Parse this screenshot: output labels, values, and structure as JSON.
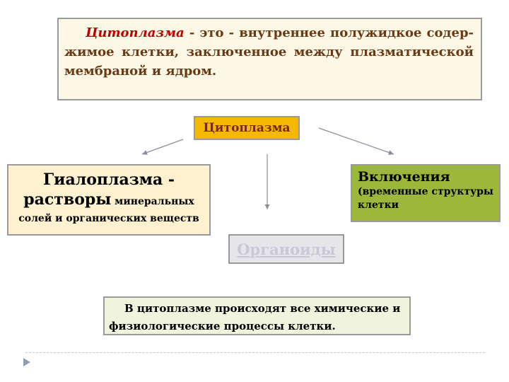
{
  "definition": {
    "term": "Цитоплазма",
    "text": " - это - внутреннее полужидкое содер-жимое клетки, заключенное между плазматической мембраной и ядром."
  },
  "center_node": {
    "label": "Цитоплазма"
  },
  "hyaloplasm": {
    "line1": "Гиалоплазма -",
    "line2_big": "растворы",
    "line2_small": " минеральных",
    "line3": "солей и органических веществ"
  },
  "inclusions": {
    "title": "Включения",
    "subtitle": "(временные структуры клетки"
  },
  "organoids": {
    "label": "Органоиды"
  },
  "processes": {
    "text": "В цитоплазме происходят все химические и физиологические процессы клетки."
  },
  "colors": {
    "center_fill": "#f5b800",
    "hyaloplasm_fill": "#fdf1d0",
    "inclusions_fill": "#9bb83a",
    "organoids_fill": "#e6e6ea",
    "processes_fill": "#f1f4dc",
    "definition_fill": "#fdf8e6"
  }
}
